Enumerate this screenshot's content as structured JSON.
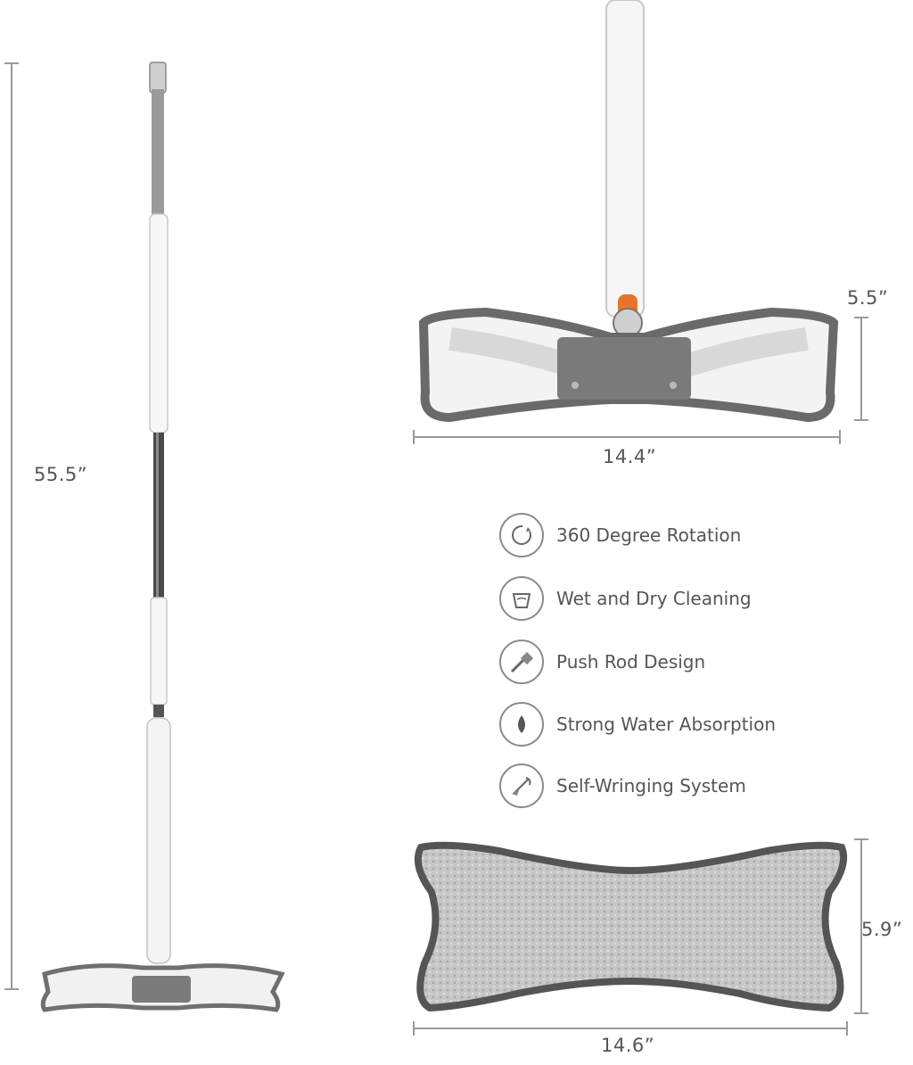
{
  "dimensions": {
    "total_height": "55.5”",
    "head_height": "5.5”",
    "head_width": "14.4”",
    "pad_height": "5.9”",
    "pad_width": "14.6”"
  },
  "features": [
    {
      "label": "360 Degree Rotation",
      "icon": "rotation-360-icon"
    },
    {
      "label": "Wet and Dry Cleaning",
      "icon": "bucket-water-icon"
    },
    {
      "label": "Push Rod Design",
      "icon": "push-rod-icon"
    },
    {
      "label": "Strong Water Absorption",
      "icon": "water-drop-icon"
    },
    {
      "label": "Self-Wringing System",
      "icon": "wringing-mop-icon"
    }
  ],
  "colors": {
    "accent": "#e8732a",
    "frame_gray": "#6f6f6f",
    "pad_gray": "#bdbdbd"
  }
}
